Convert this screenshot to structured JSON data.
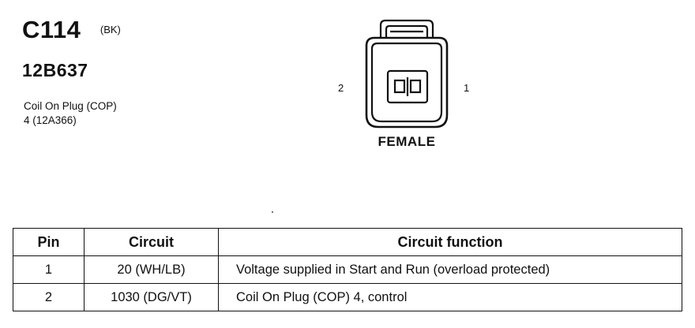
{
  "connector": {
    "id": "C114",
    "color": "(BK)",
    "part_number": "12B637",
    "description_line1": "Coil On Plug (COP)",
    "description_line2": "4 (12A366)"
  },
  "diagram": {
    "pin_left": "2",
    "pin_right": "1",
    "gender": "FEMALE"
  },
  "table": {
    "headers": {
      "pin": "Pin",
      "circuit": "Circuit",
      "function": "Circuit function"
    },
    "rows": [
      {
        "pin": "1",
        "circuit": "20 (WH/LB)",
        "function": "Voltage supplied in Start and Run (overload protected)"
      },
      {
        "pin": "2",
        "circuit": "1030 (DG/VT)",
        "function": "Coil On Plug (COP) 4, control"
      }
    ]
  }
}
